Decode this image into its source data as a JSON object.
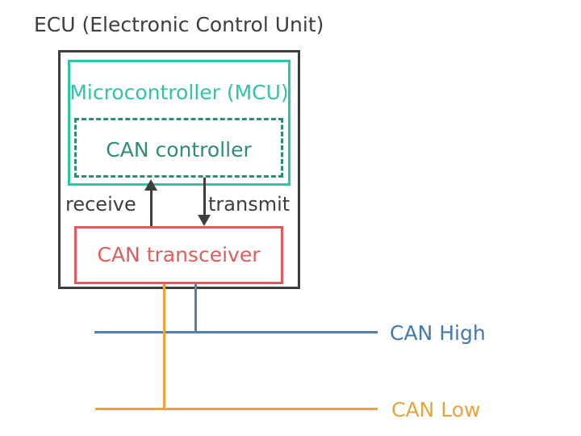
{
  "title": "ECU (Electronic Control Unit)",
  "ecu": {
    "mcu_label": "Microcontroller (MCU)",
    "can_controller_label": "CAN controller",
    "can_transceiver_label": "CAN transceiver",
    "receive_label": "receive",
    "transmit_label": "transmit"
  },
  "bus": {
    "can_high_label": "CAN High",
    "can_low_label": "CAN Low"
  },
  "colors": {
    "outline_gray": "#3E3E3E",
    "mcu_teal": "#2DC5A7",
    "controller_teal": "#2F8C76",
    "transceiver_red": "#E05C5C",
    "can_high_blue": "#5081B4",
    "can_low_orange": "#E8A33C",
    "background": "#FFFFFF"
  }
}
